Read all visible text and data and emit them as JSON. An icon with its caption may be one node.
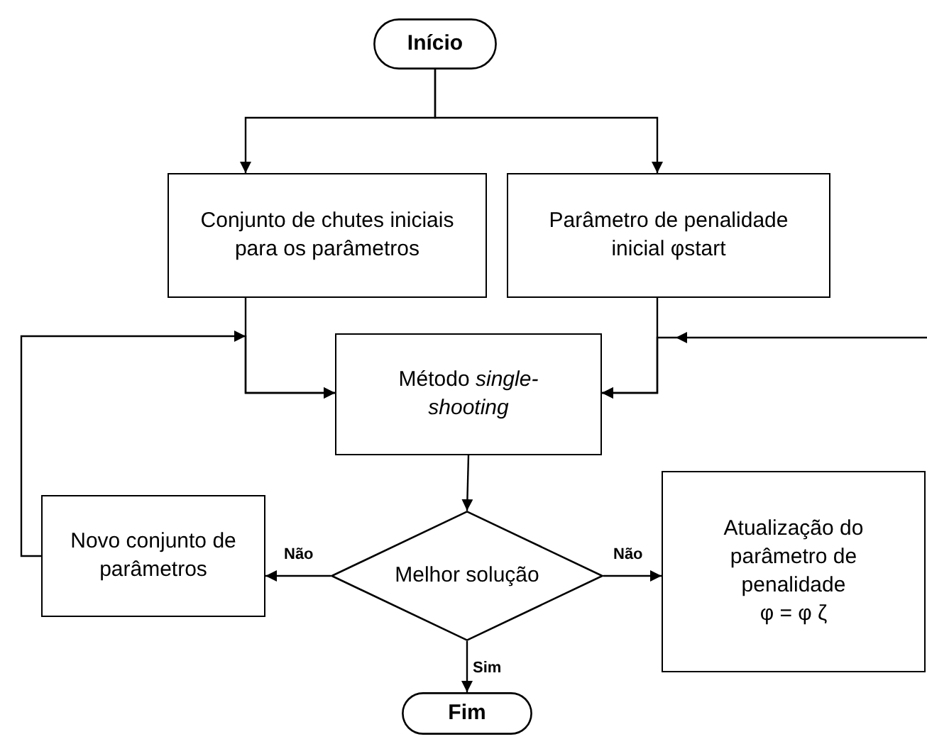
{
  "diagram": {
    "nodes": [
      {
        "text": [
          "Início"
        ]
      },
      {
        "text": [
          "Conjunto de chutes iniciais para os parâmetros"
        ]
      },
      {
        "text": [
          "Parâmetro de penalidade inicial φstart"
        ]
      },
      {
        "text": [
          "Método *single-shooting*"
        ]
      },
      {
        "text": [
          "Melhor solução"
        ]
      },
      {
        "text": [
          "Novo conjunto de parâmetros"
        ]
      },
      {
        "text": [
          "Atualização do parâmetro de penalidade",
          "φ  = φ ζ"
        ]
      },
      {
        "text": [
          "Fim"
        ]
      }
    ],
    "edges": [
      {
        "from": 0,
        "to": 1,
        "arrow": "to"
      },
      {
        "from": 0,
        "to": 2,
        "arrow": "to"
      },
      {
        "from": 1,
        "to": 3,
        "arrow": "to"
      },
      {
        "from": 2,
        "to": 3,
        "arrow": "to"
      },
      {
        "from": 3,
        "to": 4,
        "arrow": "to"
      },
      {
        "from": 4,
        "to": 5,
        "arrow": "to",
        "label": "Não"
      },
      {
        "from": 4,
        "to": 6,
        "arrow": "to",
        "label": "Não"
      },
      {
        "from": 4,
        "to": 7,
        "arrow": "to",
        "label": "Sim"
      },
      {
        "from": 5,
        "to": 3,
        "arrow": "to"
      },
      {
        "from": null,
        "to": 3,
        "arrow": "to"
      }
    ]
  }
}
